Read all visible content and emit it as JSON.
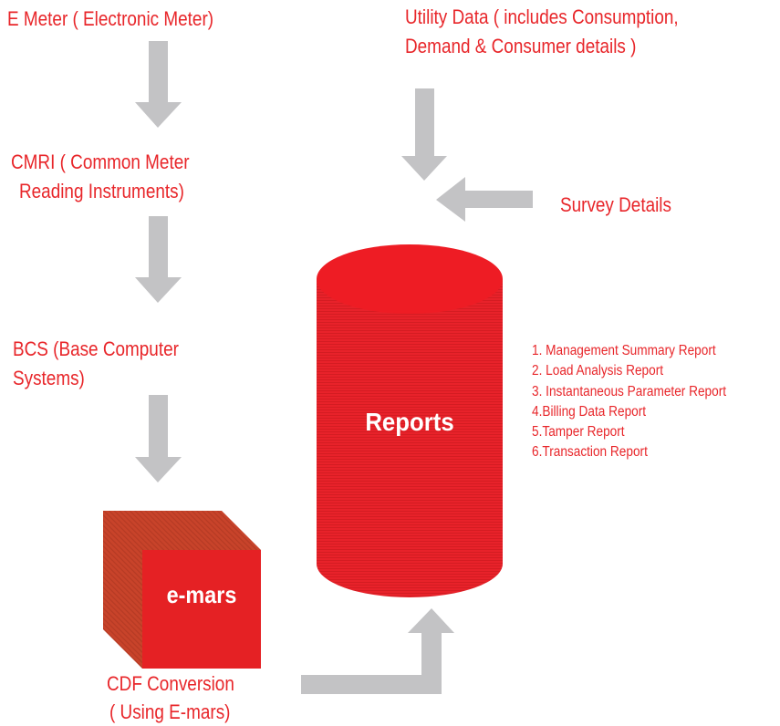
{
  "colors": {
    "accent": "#e8262a",
    "arrow": "#c3c3c5",
    "cylinder_top": "#ee1c24",
    "box_face": "#e52124"
  },
  "nodes": {
    "e_meter": "E Meter ( Electronic Meter)",
    "cmri_line1": "CMRI ( Common Meter",
    "cmri_line2": "Reading Instruments)",
    "bcs_line1": "BCS (Base Computer",
    "bcs_line2": "Systems)",
    "emars": "e-mars",
    "cdf_line1": "CDF Conversion",
    "cdf_line2": "( Using E-mars)",
    "utility_line1": "Utility Data ( includes Consumption,",
    "utility_line2": "Demand & Consumer details )",
    "survey": "Survey Details",
    "reports": "Reports"
  },
  "report_list": [
    "1. Management Summary Report",
    "2. Load Analysis Report",
    "3. Instantaneous Parameter Report",
    "4.Billing Data Report",
    "5.Tamper Report",
    "6.Transaction Report"
  ]
}
